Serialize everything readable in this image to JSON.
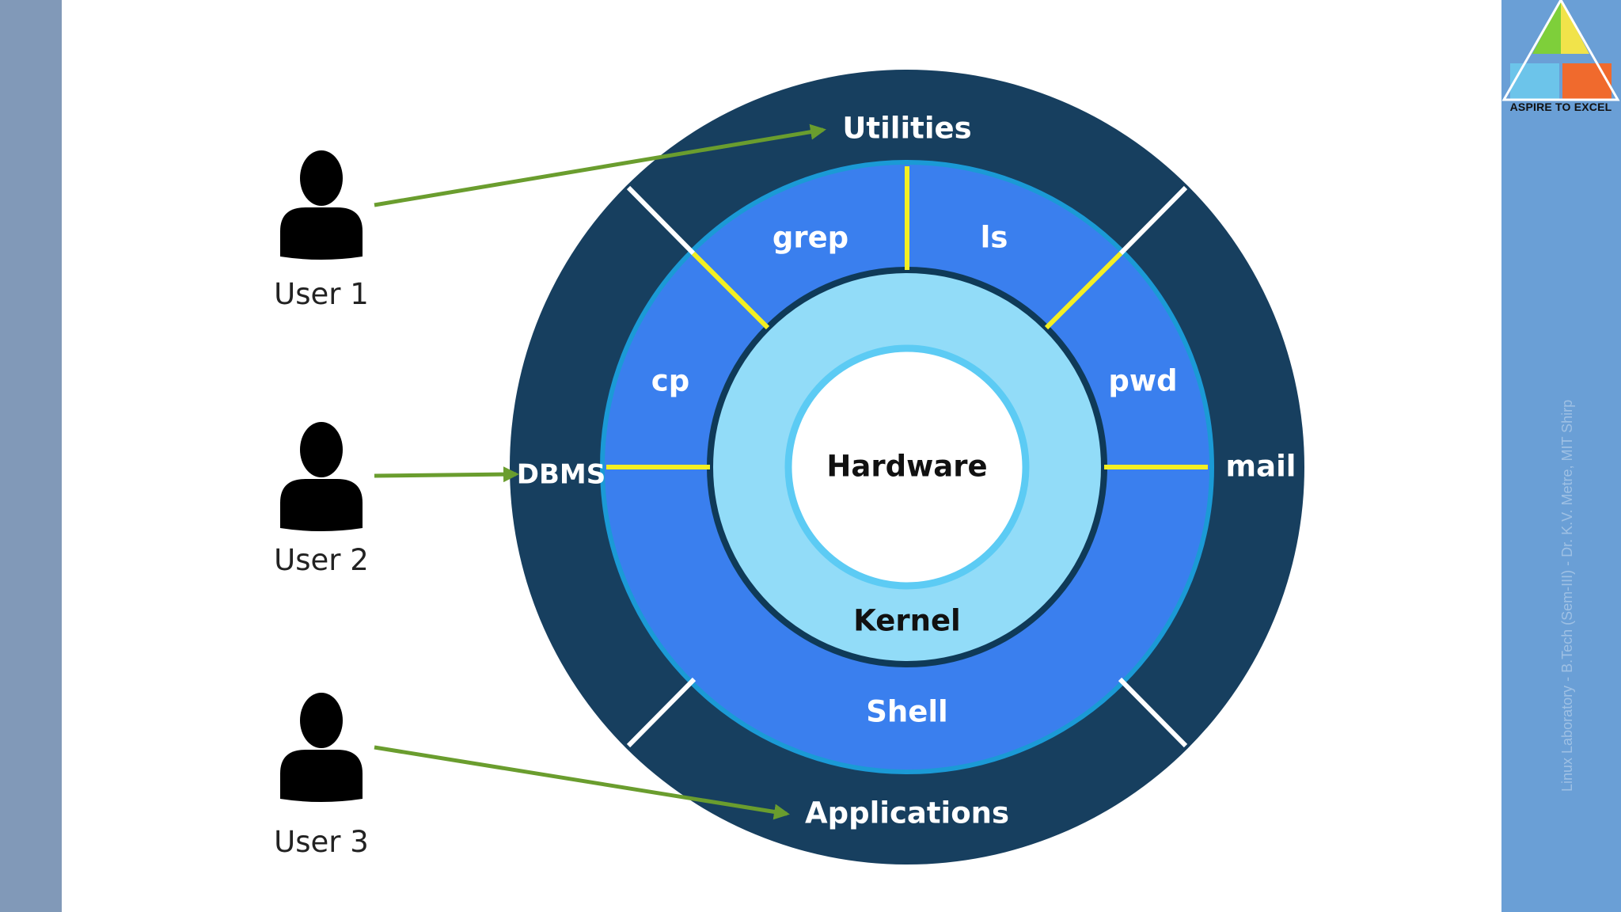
{
  "diagram": {
    "users": [
      {
        "label": "User 1"
      },
      {
        "label": "User 2"
      },
      {
        "label": "User 3"
      }
    ],
    "rings": {
      "outer": {
        "top": "Utilities",
        "left": "DBMS",
        "right": "mail",
        "bottom": "Applications"
      },
      "shell": {
        "segments": [
          "grep",
          "ls",
          "pwd",
          "cp"
        ],
        "label": "Shell"
      },
      "kernel": {
        "label": "Kernel"
      },
      "core": {
        "label": "Hardware"
      }
    },
    "colors": {
      "outer_ring": "#173f5f",
      "shell_ring": "#3a7fee",
      "kernel_ring": "#92dcf8",
      "core": "#ffffff",
      "yellow_divider": "#f4ef22",
      "white_divider": "#ffffff",
      "arrow": "#6a9d2e"
    }
  },
  "branding": {
    "logo_text": "ASPIRE TO EXCEL",
    "footer": "Linux Laboratory - B.Tech (Sem-III) - Dr. K.V. Metre, MIT Shirp"
  }
}
